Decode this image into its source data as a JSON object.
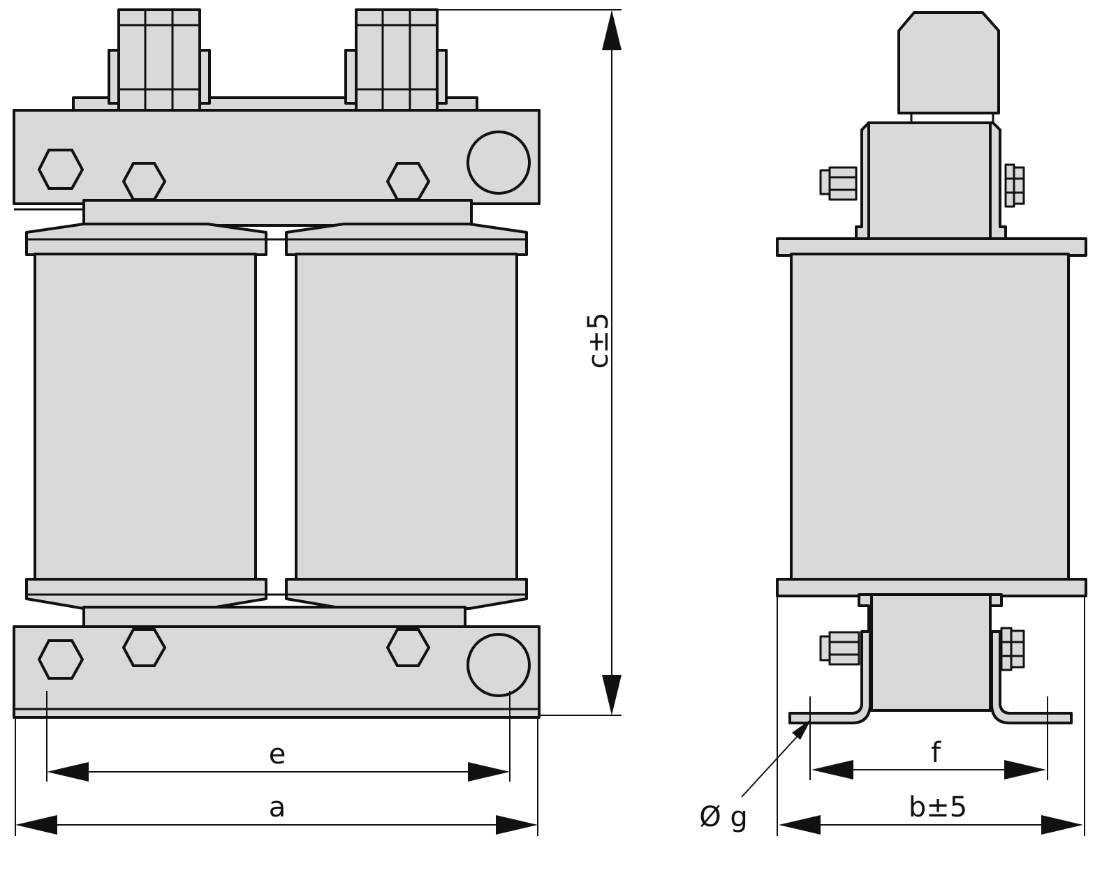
{
  "colors": {
    "line": "#111111",
    "part_fill": "#d9d9d9",
    "background": "#ffffff"
  },
  "icons": {
    "hex_nut": "hex-nut-icon",
    "round_hole": "round-hole-icon"
  },
  "dimensions": {
    "a": "a",
    "e": "e",
    "c": "c±5",
    "b": "b±5",
    "f": "f",
    "g": "Ø g"
  }
}
